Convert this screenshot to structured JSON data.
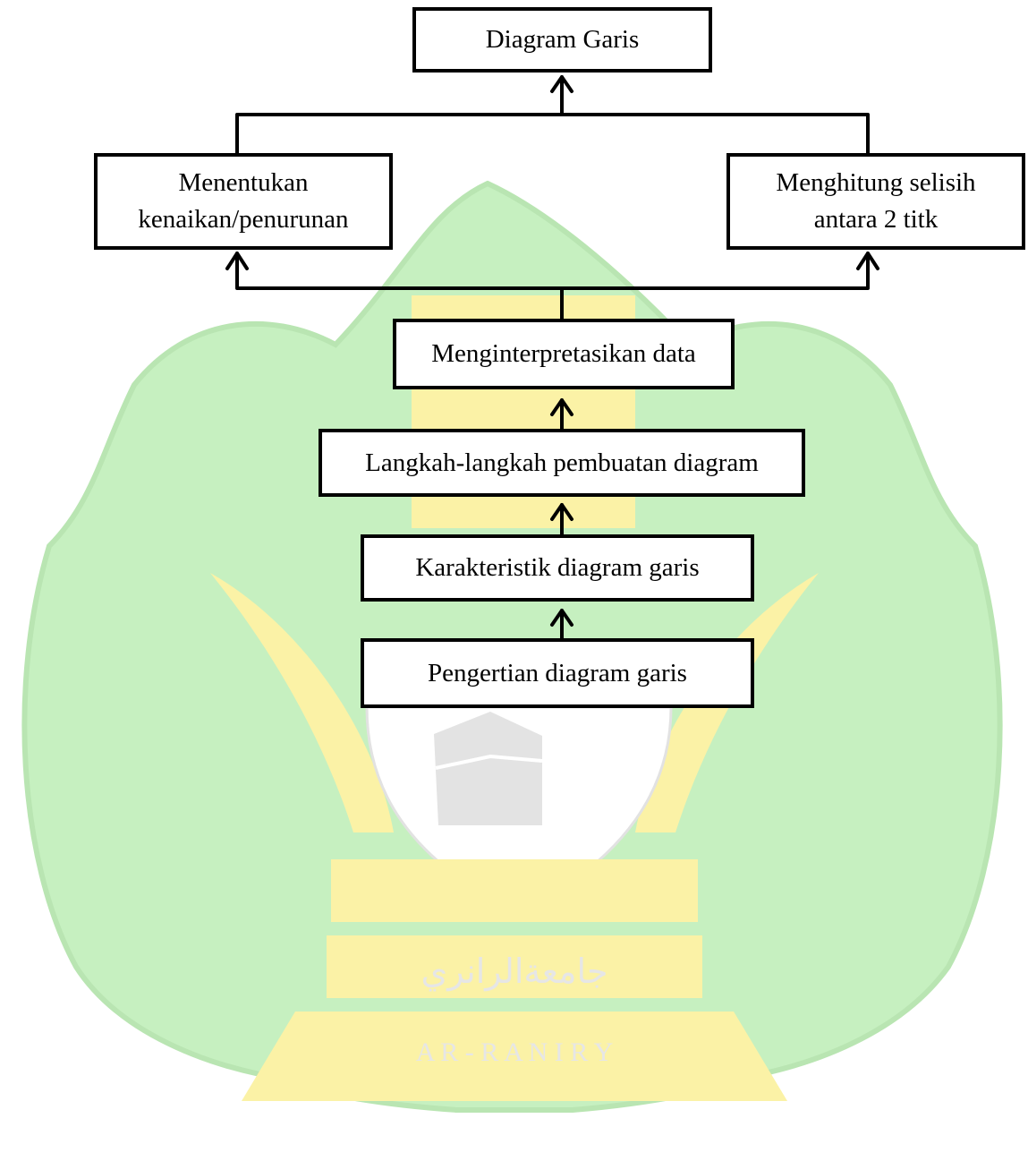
{
  "diagram": {
    "nodes": {
      "top": "Diagram Garis",
      "left": "Menentukan\nkenaikan/penurunan",
      "right": "Menghitung selisih\nantara 2 titk",
      "interpret": "Menginterpretasikan data",
      "steps": "Langkah-langkah pembuatan diagram",
      "characteristics": "Karakteristik diagram garis",
      "definition": "Pengertian diagram garis"
    }
  },
  "watermark": {
    "arabic_text": "جامعةالرانري",
    "latin_text": "A R - R A N I R Y",
    "colors": {
      "green": "#c6f0c0",
      "yellow": "#fbf2a6",
      "gray": "#e6e6e6"
    }
  }
}
